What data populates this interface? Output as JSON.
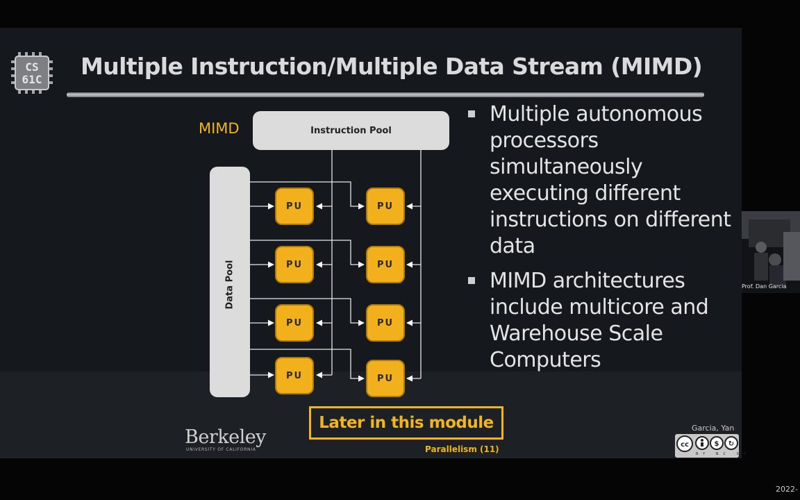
{
  "slide": {
    "logo_text_line1": "CS",
    "logo_text_line2": "61C",
    "title": "Multiple Instruction/Multiple Data Stream (MIMD)",
    "diagram": {
      "label": "MIMD",
      "instruction_pool": "Instruction Pool",
      "data_pool": "Data Pool",
      "pu_label": "PU"
    },
    "bullets": [
      "Multiple autonomous processors simultaneously executing different instructions on different data",
      "MIMD architectures include multicore and Warehouse Scale Computers"
    ],
    "callout": "Later in this module",
    "footer": "Parallelism (11)",
    "berkeley": "Berkeley",
    "berkeley_sub": "UNIVERSITY OF CALIFORNIA",
    "authors": "Garcia, Yan",
    "license_text": "BY NC SA"
  },
  "webcam": {
    "label": "Prof. Dan Garcia"
  },
  "timestamp": "2022-",
  "colors": {
    "accent": "#f2b51c",
    "pu_fill": "#f2b11c",
    "pool_fill": "#dcdcdc",
    "slide_bg": "#15181d"
  }
}
